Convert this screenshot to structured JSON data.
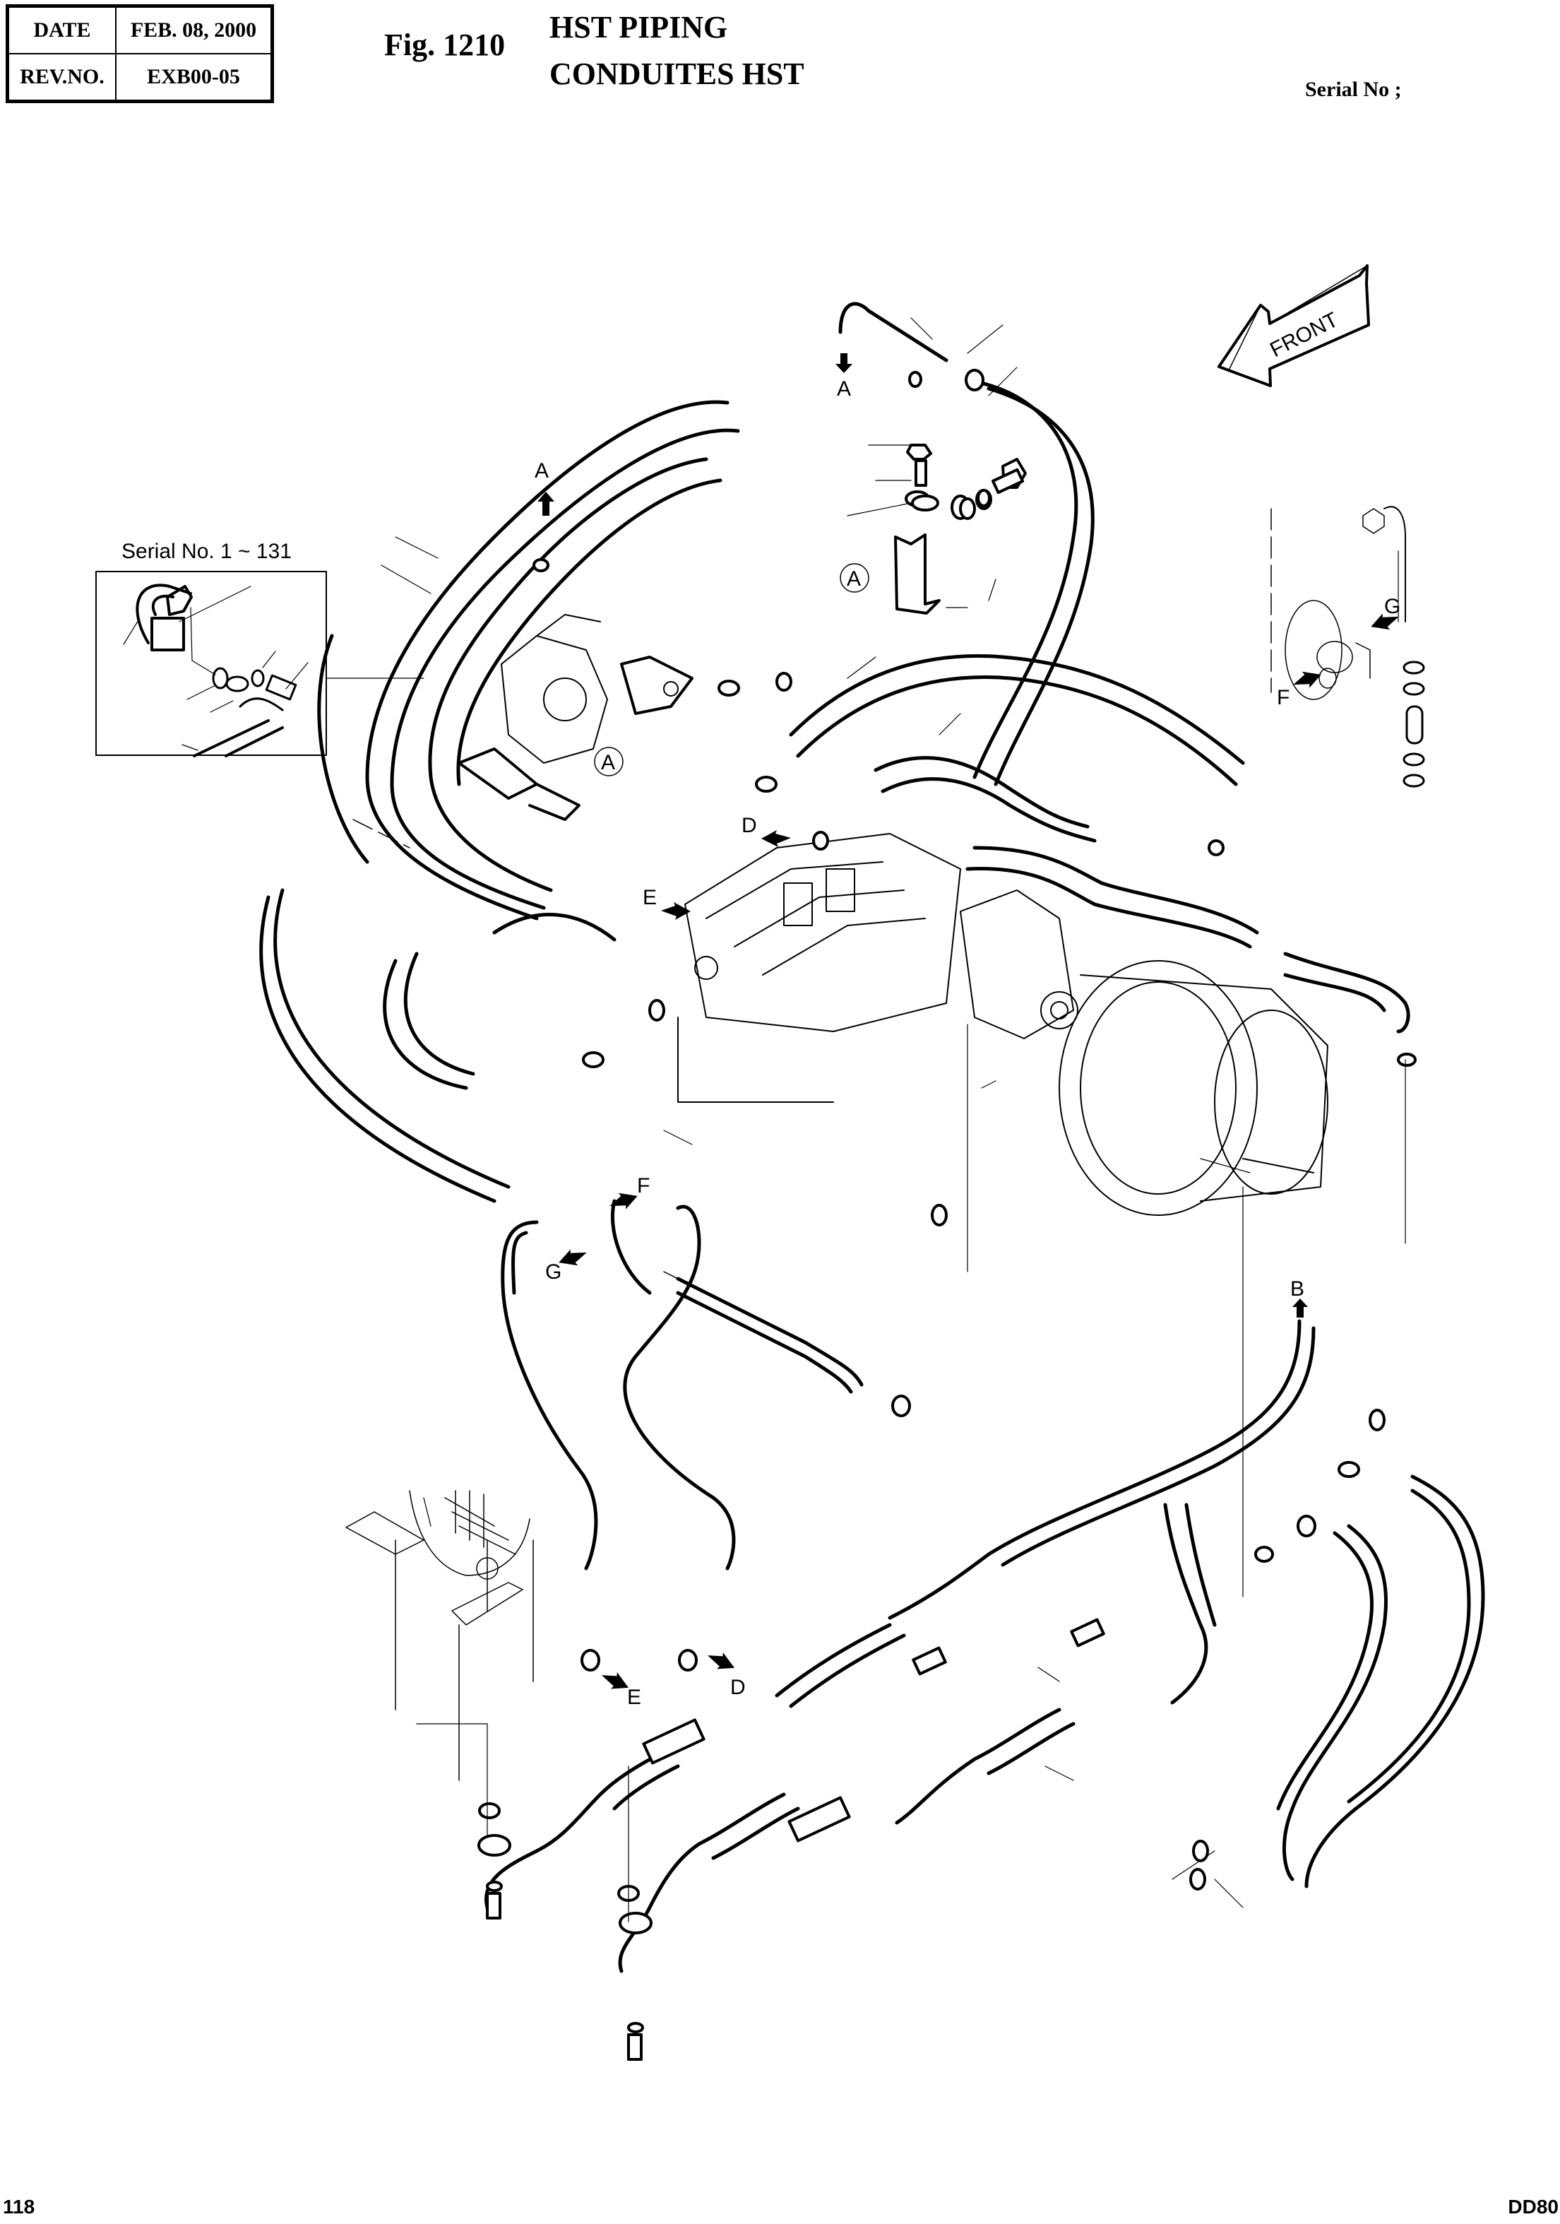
{
  "header": {
    "date_label": "DATE",
    "date_value": "FEB. 08, 2000",
    "rev_label": "REV.NO.",
    "rev_value": "EXB00-05",
    "figure_number": "Fig. 1210",
    "title_en": "HST PIPING",
    "title_fr": "CONDUITES HST",
    "serial_label": "Serial No ;"
  },
  "diagram": {
    "front_indicator": "FRONT",
    "inset_label": "Serial No. 1 ~ 131",
    "callouts": {
      "a_top": "A",
      "a_pipe": "A",
      "a_circle_bracket": "A",
      "a_circle_pump": "A",
      "b": "B",
      "d_upper": "D",
      "d_lower": "D",
      "e_upper": "E",
      "e_lower": "E",
      "f_right": "F",
      "f_center": "F",
      "g_right": "G",
      "g_center": "G"
    }
  },
  "footer": {
    "page_number": "118",
    "model": "DD80"
  }
}
